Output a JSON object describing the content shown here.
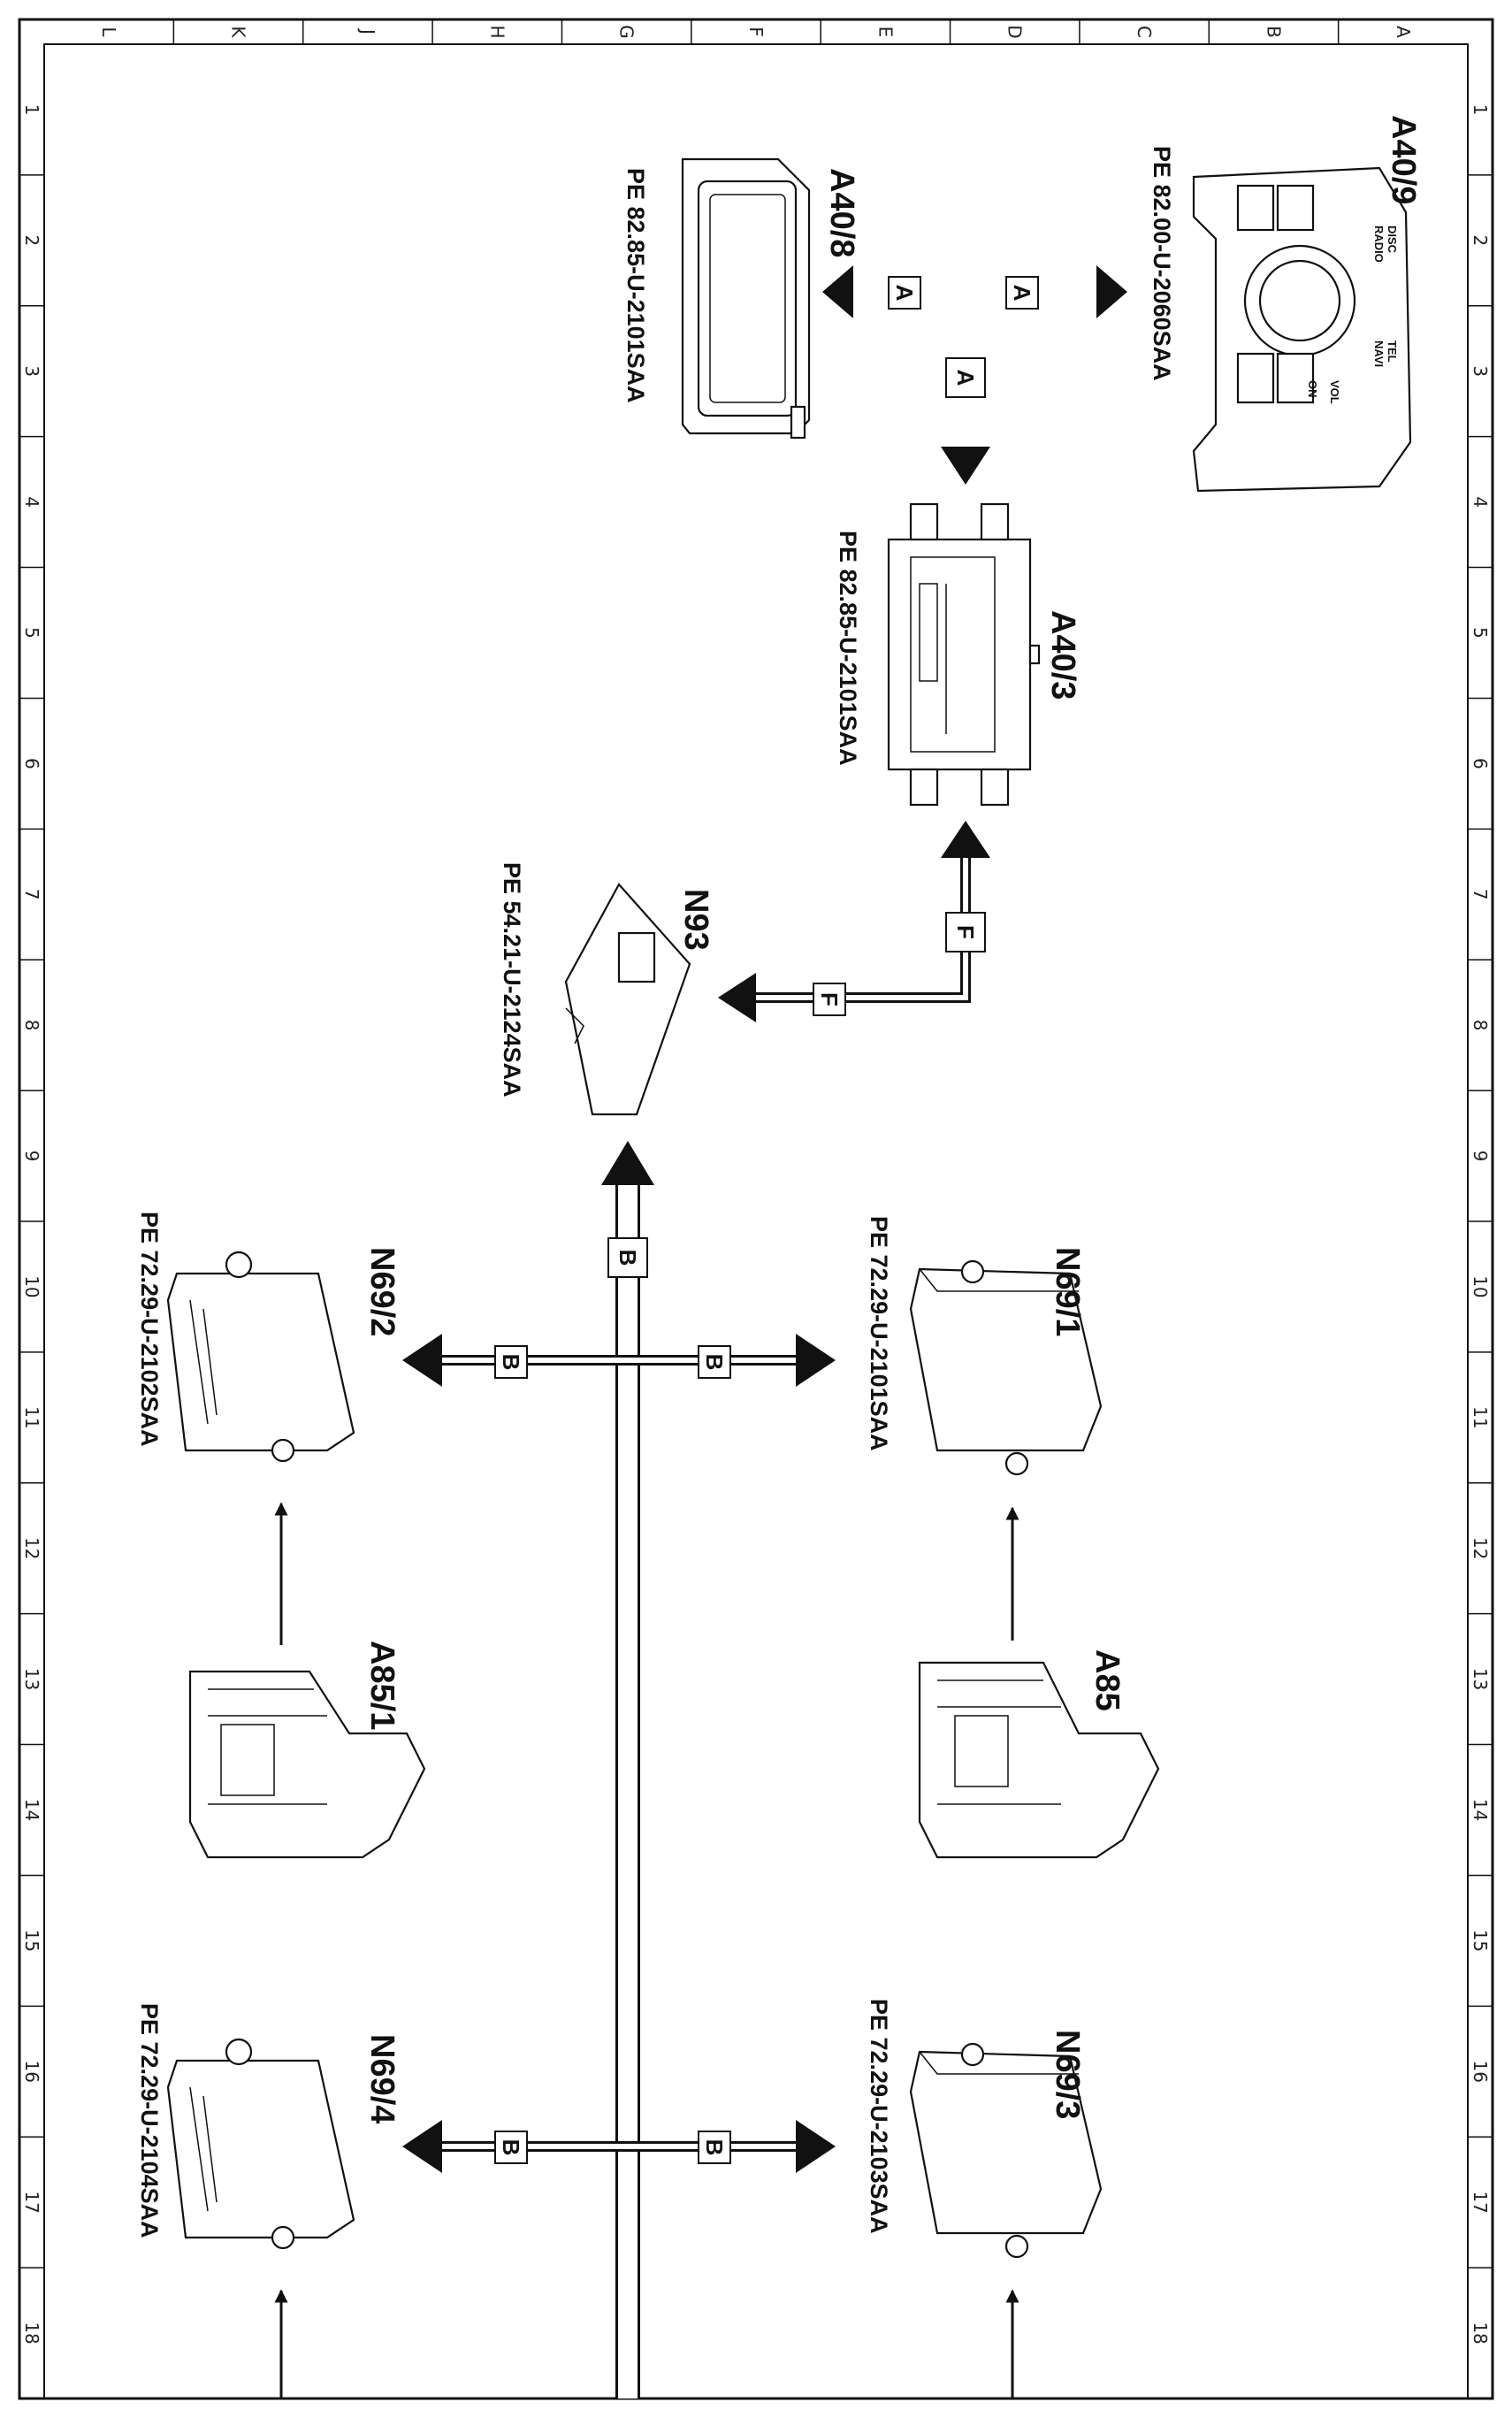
{
  "frame": {
    "columns": [
      "L",
      "K",
      "J",
      "H",
      "G",
      "F",
      "E",
      "D",
      "C",
      "B",
      "A"
    ],
    "rows": [
      "1",
      "2",
      "3",
      "4",
      "5",
      "6",
      "7",
      "8",
      "9",
      "10",
      "11",
      "12",
      "13",
      "14",
      "15",
      "16",
      "17",
      "18"
    ]
  },
  "components": [
    {
      "id": "A40/9",
      "ref": "PE 82.00-U-2060SAA"
    },
    {
      "id": "A40/8",
      "ref": "PE 82.85-U-2101SAA"
    },
    {
      "id": "A40/3",
      "ref": "PE 82.85-U-2101SAA"
    },
    {
      "id": "N93",
      "ref": "PE 54.21-U-2124SAA"
    },
    {
      "id": "N69/1",
      "ref": "PE 72.29-U-2101SAA"
    },
    {
      "id": "N69/2",
      "ref": "PE 72.29-U-2102SAA"
    },
    {
      "id": "A85",
      "ref": ""
    },
    {
      "id": "A85/1",
      "ref": ""
    },
    {
      "id": "N69/3",
      "ref": "PE 72.29-U-2103SAA"
    },
    {
      "id": "N69/4",
      "ref": "PE 72.29-U-2104SAA"
    }
  ],
  "bus_labels": {
    "a": "A",
    "b": "B",
    "f": "F"
  },
  "panel_text": {
    "disc": "DISC",
    "radio": "RADIO",
    "tel": "TEL",
    "navi": "NAVI",
    "vol": "VOL",
    "on": "ON"
  }
}
